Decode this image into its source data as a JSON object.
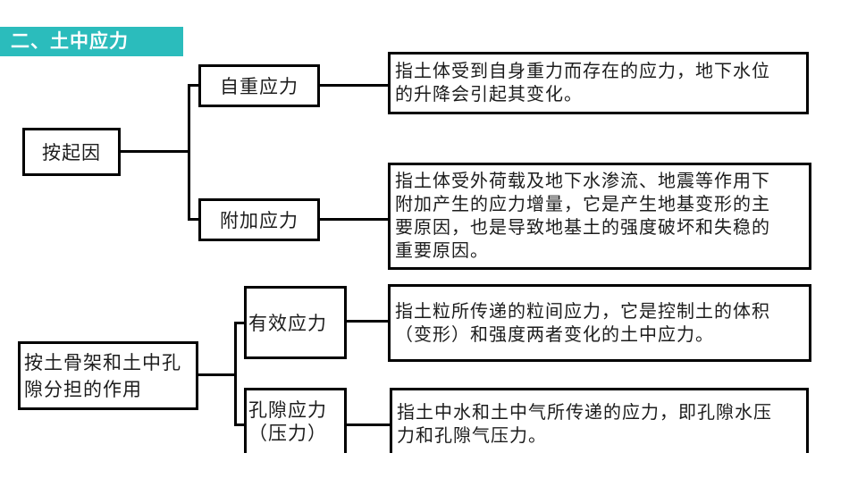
{
  "banner": {
    "label": "二、土中应力"
  },
  "colors": {
    "banner_bg": "#2bbcbc",
    "banner_text": "#ffffff",
    "line": "#000000",
    "text": "#1c1c1c"
  },
  "groups": [
    {
      "category": "按起因",
      "children": [
        {
          "label": "自重应力",
          "desc": "指土体受到自身重力而存在的应力，地下水位\n的升降会引起其变化。"
        },
        {
          "label": "附加应力",
          "desc": "指土体受外荷载及地下水渗流、地震等作用下\n附加产生的应力增量，它是产生地基变形的主\n要原因，也是导致地基土的强度破坏和失稳的\n重要原因。"
        }
      ]
    },
    {
      "category": "按土骨架和土中孔\n隙分担的作用",
      "children": [
        {
          "label": "有效应力",
          "desc": "指土粒所传递的粒间应力，它是控制土的体积\n（变形）和强度两者变化的土中应力。"
        },
        {
          "label": "孔隙应力\n（压力）",
          "desc": "指土中水和土中气所传递的应力，即孔隙水压\n力和孔隙气压力。"
        }
      ]
    }
  ]
}
